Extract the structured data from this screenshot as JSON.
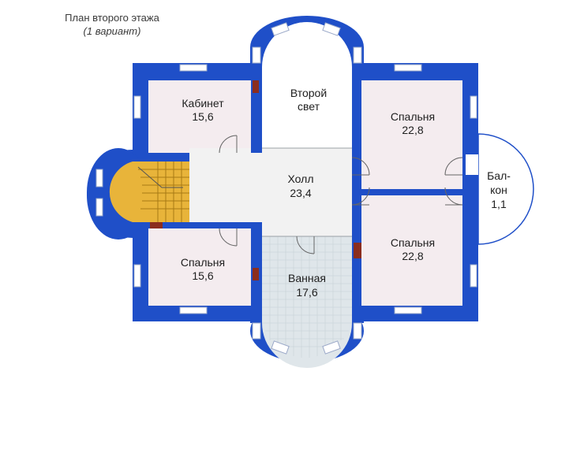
{
  "caption": {
    "title": "План второго этажа",
    "subtitle": "(1 вариант)"
  },
  "colors": {
    "wall": "#1f4fc8",
    "room": "#f4ecef",
    "hall": "#f2f2f2",
    "bath": "#dfe6ea",
    "stairs": "#e8b43a",
    "window": "#ffffff"
  },
  "rooms": {
    "study": {
      "name": "Кабинет",
      "area": "15,6"
    },
    "lightwell": {
      "name": "Второй",
      "name2": "свет"
    },
    "bedroom_ne": {
      "name": "Спальня",
      "area": "22,8"
    },
    "hall": {
      "name": "Холл",
      "area": "23,4"
    },
    "balcony": {
      "name": "Бал-",
      "name2": "кон",
      "area": "1,1"
    },
    "bedroom_se": {
      "name": "Спальня",
      "area": "22,8"
    },
    "bedroom_sw": {
      "name": "Спальня",
      "area": "15,6"
    },
    "bathroom": {
      "name": "Ванная",
      "area": "17,6"
    }
  }
}
